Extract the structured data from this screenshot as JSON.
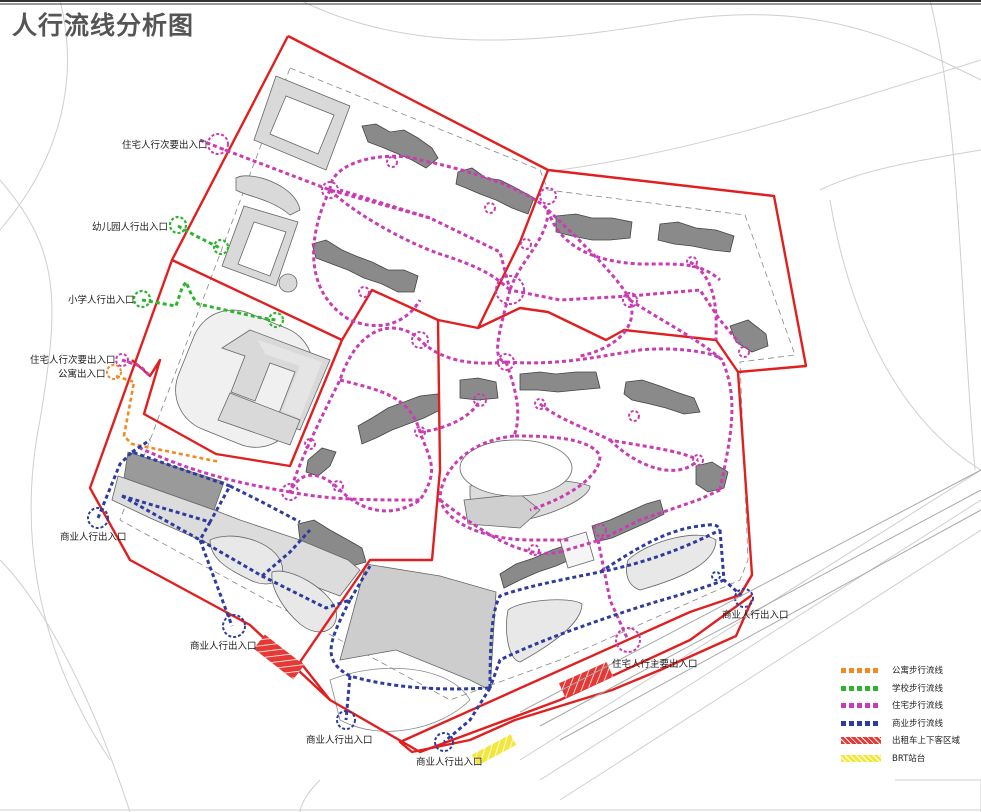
{
  "title": "人行流线分析图",
  "colors": {
    "boundary": "#e02020",
    "apartment": "#f08a24",
    "school": "#2db52d",
    "residential": "#c83cb4",
    "commercial": "#2e3c9e",
    "taxi": "#e53935",
    "brt": "#f2e640"
  },
  "labels": {
    "res_secondary_north": "住宅人行次要出入口",
    "kindergarten": "幼儿园人行出入口",
    "primary_school": "小学人行出入口",
    "res_secondary_west": "住宅人行次要出入口",
    "apartment_entry": "公寓出入口",
    "commercial_west": "商业人行出入口",
    "commercial_southwest": "商业人行出入口",
    "commercial_south": "商业人行出入口",
    "commercial_south2": "商业人行出入口",
    "commercial_east": "商业人行出入口",
    "res_main": "住宅人行主要出入口"
  },
  "legend": [
    {
      "label": "公寓步行流线",
      "color": "#f08a24",
      "style": "dashed"
    },
    {
      "label": "学校步行流线",
      "color": "#2db52d",
      "style": "dashed"
    },
    {
      "label": "住宅步行流线",
      "color": "#c83cb4",
      "style": "dashed"
    },
    {
      "label": "商业步行流线",
      "color": "#2e3c9e",
      "style": "dashed"
    },
    {
      "label": "出租车上下客区域",
      "color": "#e53935",
      "style": "hatched"
    },
    {
      "label": "BRT站台",
      "color": "#f2e640",
      "style": "hatched"
    }
  ]
}
